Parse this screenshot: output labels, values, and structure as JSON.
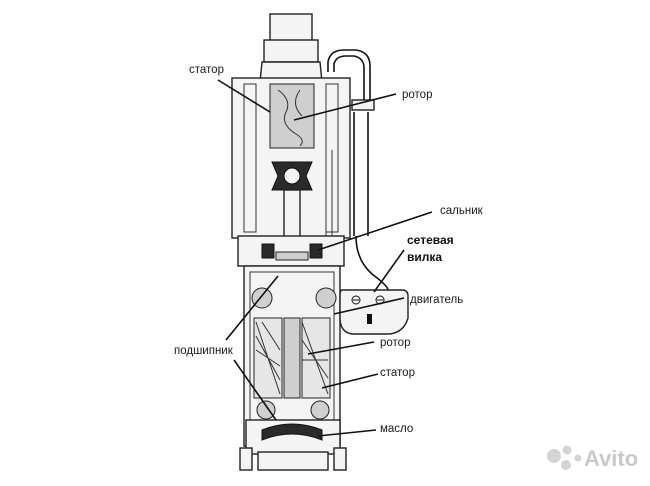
{
  "labels": {
    "stator_top": "статор",
    "rotor_top": "ротор",
    "gland": "сальник",
    "plug_line1": "сетевая",
    "plug_line2": "вилка",
    "motor": "двигатель",
    "bearing": "подшипник",
    "rotor_bottom": "ротор",
    "stator_bottom": "статор",
    "oil": "масло"
  },
  "watermark": {
    "text": "Avito",
    "icon": "avito-dots-icon"
  }
}
